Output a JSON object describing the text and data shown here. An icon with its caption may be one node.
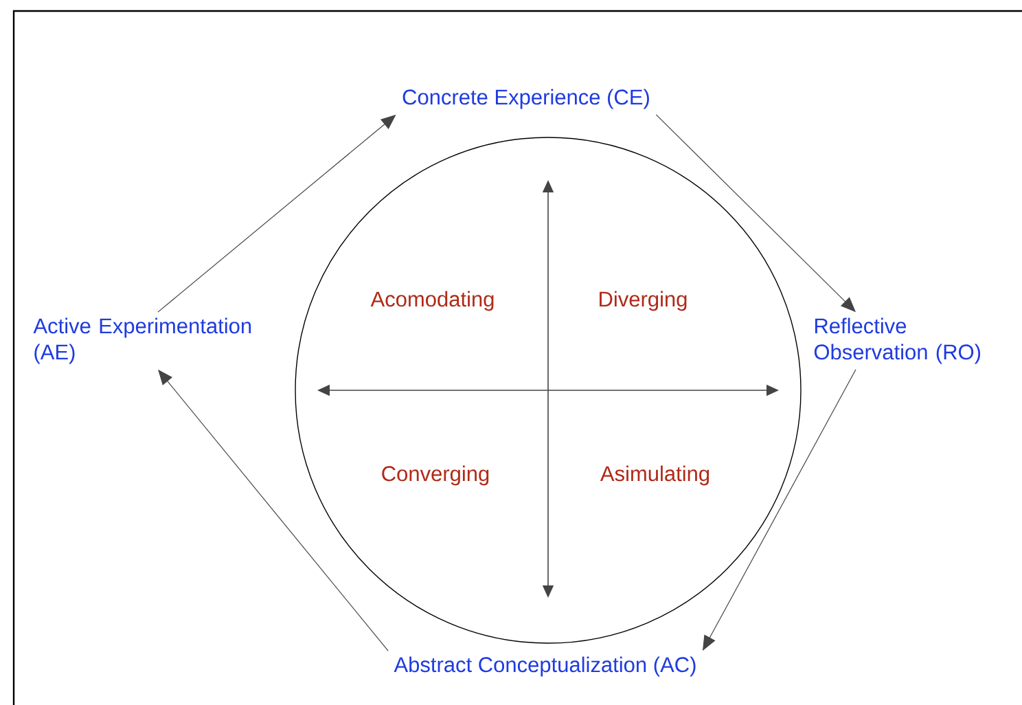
{
  "diagram": {
    "nodes": [
      {
        "text": [
          "Concrete Experience (CE)"
        ]
      },
      {
        "text": [
          "Reflective Observation (RO)"
        ]
      },
      {
        "text": [
          "Abstract Conceptualization (AC)"
        ]
      },
      {
        "text": [
          "Active Experimentation (AE)"
        ]
      },
      {
        "text": [
          "Acomodating",
          "Diverging",
          "Converging",
          "Asimulating"
        ]
      }
    ],
    "edges": [
      {
        "from": 3,
        "to": 0,
        "arrow": "to"
      },
      {
        "from": 0,
        "to": 1,
        "arrow": "to"
      },
      {
        "from": 1,
        "to": 2,
        "arrow": "to"
      },
      {
        "from": 2,
        "to": 3,
        "arrow": "to"
      }
    ]
  }
}
